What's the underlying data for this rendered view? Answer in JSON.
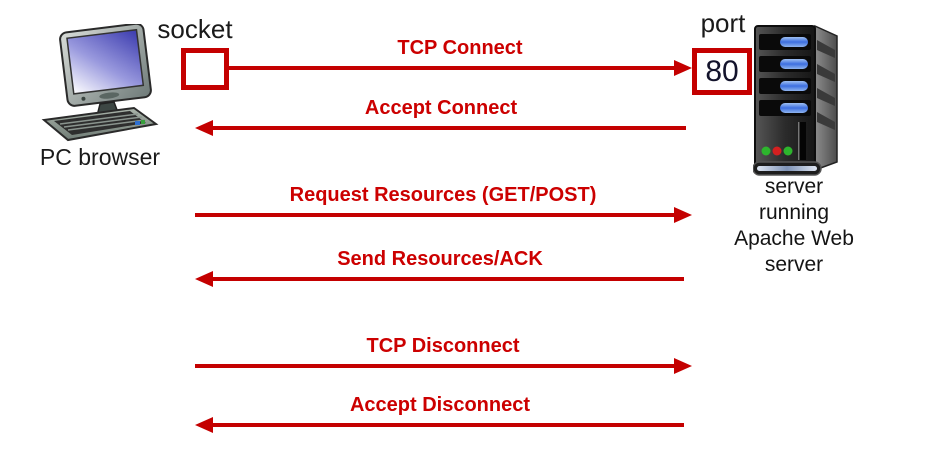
{
  "diagram": {
    "title": "TCP connection sequence between PC browser and Apache web server",
    "background_color": "#ffffff",
    "colors": {
      "arrow_red": "#c40000",
      "label_red": "#cc0000",
      "box_border_red": "#c40000",
      "text_black": "#1a1a1a"
    },
    "client": {
      "icon": "desktop-computer-icon",
      "label": "PC browser",
      "socket_label": "socket"
    },
    "server": {
      "icon": "server-tower-icon",
      "port_label": "port",
      "port_number": "80",
      "label_lines": [
        "server",
        "running",
        "Apache Web",
        "server"
      ]
    },
    "messages": [
      {
        "label": "TCP Connect",
        "direction": "right",
        "from": "PC browser",
        "to": "server"
      },
      {
        "label": "Accept Connect",
        "direction": "left",
        "from": "server",
        "to": "PC browser"
      },
      {
        "label": "Request Resources (GET/POST)",
        "direction": "right",
        "from": "PC browser",
        "to": "server"
      },
      {
        "label": "Send Resources/ACK",
        "direction": "left",
        "from": "server",
        "to": "PC browser"
      },
      {
        "label": "TCP Disconnect",
        "direction": "right",
        "from": "PC browser",
        "to": "server"
      },
      {
        "label": "Accept Disconnect",
        "direction": "left",
        "from": "server",
        "to": "PC browser"
      }
    ]
  }
}
